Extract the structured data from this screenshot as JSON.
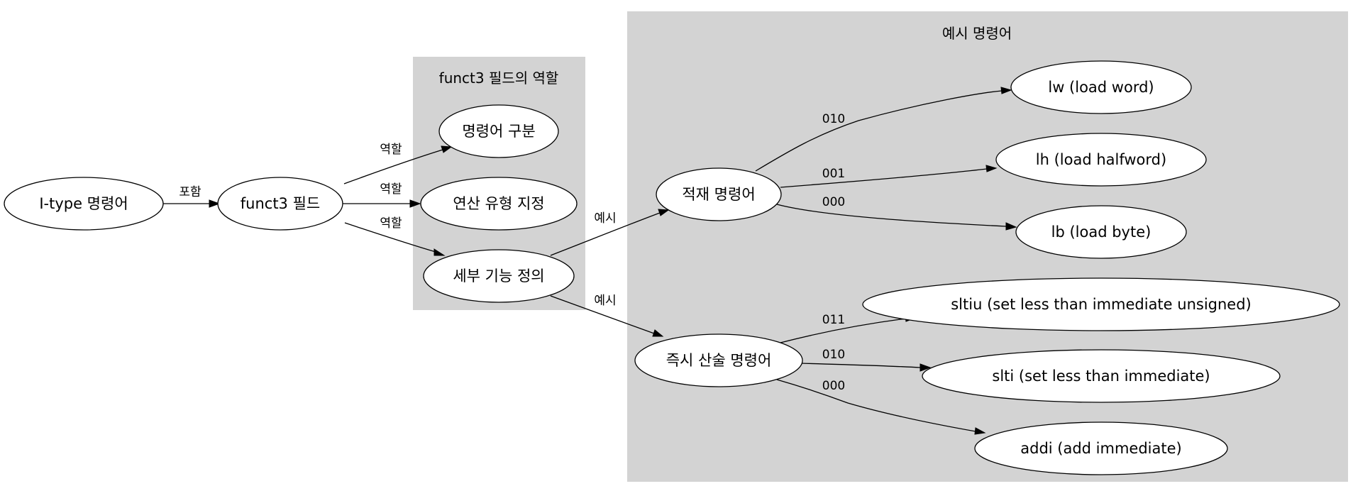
{
  "clusters": {
    "role": {
      "label": "funct3 필드의 역할"
    },
    "examples": {
      "label": "예시 명령어"
    }
  },
  "nodes": {
    "itype": "I-type 명령어",
    "funct3": "funct3 필드",
    "distinguish": "명령어 구분",
    "optype": "연산 유형 지정",
    "detail": "세부 기능 정의",
    "load": "적재 명령어",
    "arith": "즉시 산술 명령어",
    "lw": "lw (load word)",
    "lh": "lh (load halfword)",
    "lb": "lb (load byte)",
    "sltiu": "sltiu (set less than immediate unsigned)",
    "slti": "slti (set less than immediate)",
    "addi": "addi (add immediate)"
  },
  "edges": {
    "itype_funct3": "포함",
    "funct3_distinguish": "역할",
    "funct3_optype": "역할",
    "funct3_detail": "역할",
    "detail_load": "예시",
    "detail_arith": "예시",
    "load_lw": "010",
    "load_lh": "001",
    "load_lb": "000",
    "arith_sltiu": "011",
    "arith_slti": "010",
    "arith_addi": "000"
  }
}
